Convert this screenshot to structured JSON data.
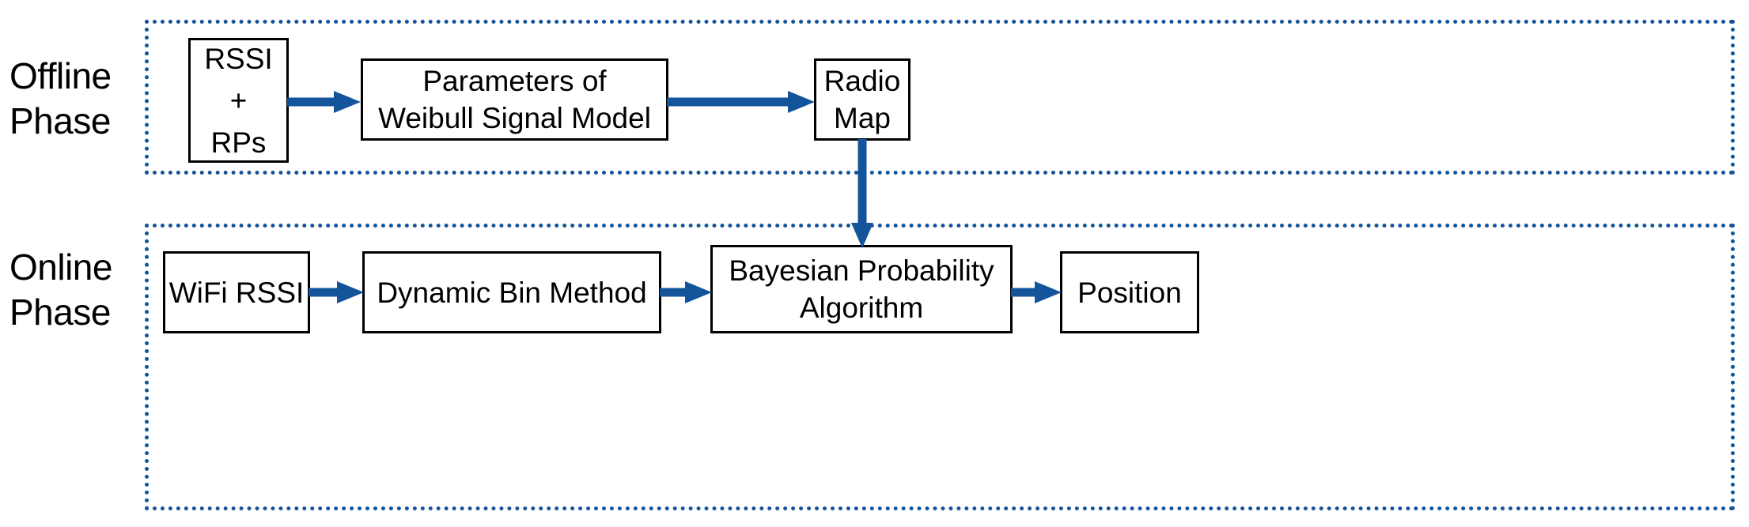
{
  "diagram": {
    "title_present": false,
    "accent_color": "#13549B",
    "box_border_color": "#000000",
    "background_color": "#FFFFFF",
    "phases": [
      {
        "id": "offline",
        "label": "Offline\nPhase"
      },
      {
        "id": "online",
        "label": "Online\nPhase"
      }
    ],
    "nodes": {
      "rssi_rps": "RSSI\n+\nRPs",
      "weibull": "Parameters of\nWeibull Signal Model",
      "radio_map": "Radio\nMap",
      "wifi_rssi": "WiFi RSSI",
      "dynamic_bin": "Dynamic Bin Method",
      "bayesian": "Bayesian Probability\nAlgorithm",
      "position": "Position"
    },
    "edges": [
      {
        "from": "rssi_rps",
        "to": "weibull",
        "direction": "right",
        "name": "arrow-rssi-to-weibull"
      },
      {
        "from": "weibull",
        "to": "radio_map",
        "direction": "right",
        "name": "arrow-weibull-to-radiomap"
      },
      {
        "from": "radio_map",
        "to": "bayesian",
        "direction": "down",
        "name": "arrow-radiomap-to-bayesian"
      },
      {
        "from": "wifi_rssi",
        "to": "dynamic_bin",
        "direction": "right",
        "name": "arrow-wifi-to-dynbin"
      },
      {
        "from": "dynamic_bin",
        "to": "bayesian",
        "direction": "right",
        "name": "arrow-dynbin-to-bayesian"
      },
      {
        "from": "bayesian",
        "to": "position",
        "direction": "right",
        "name": "arrow-bayesian-to-position"
      }
    ]
  }
}
